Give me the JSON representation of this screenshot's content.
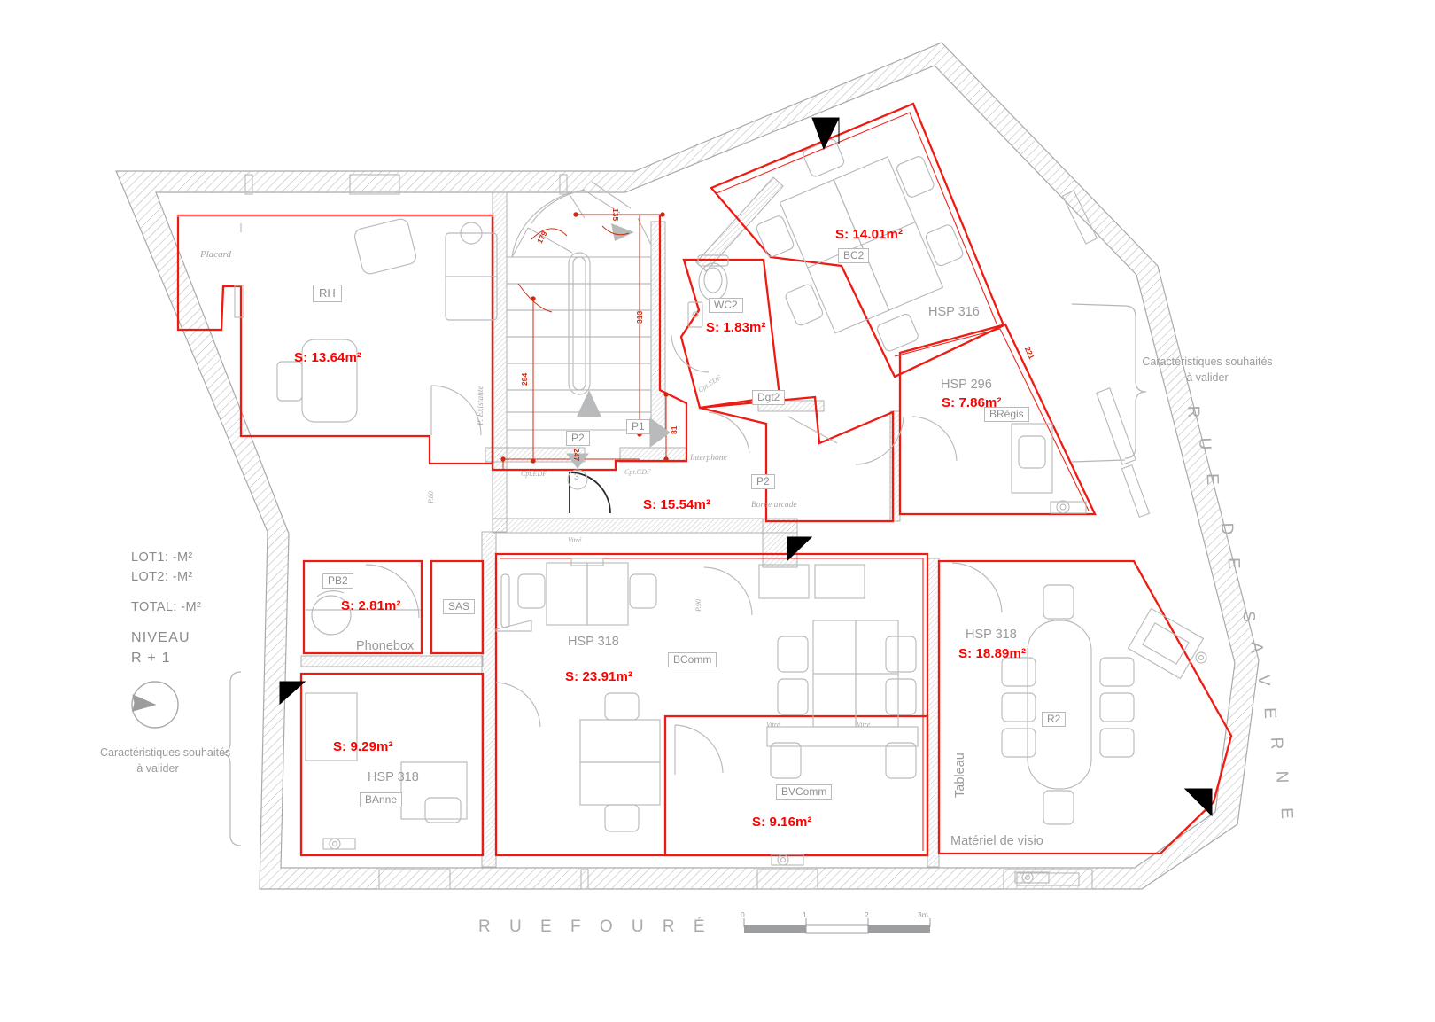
{
  "document": {
    "title": "Plan d'étage R+1",
    "drawing_type": "architectural-floor-plan"
  },
  "legend": {
    "lot1": "LOT1: -M²",
    "lot2": "LOT2: -M²",
    "total": "TOTAL:  -M²",
    "niveau_label": "NIVEAU",
    "niveau_value": "R + 1",
    "compass": "north-arrow",
    "note_left_line1": "Caractéristiques souhaités",
    "note_left_line2": "à valider",
    "note_right_line1": "Caractéristiques souhaités",
    "note_right_line2": "à valider"
  },
  "streets": {
    "bottom": "R U E    F O U R É",
    "right_chars": [
      "R",
      "U",
      "E",
      "D",
      "E",
      "S",
      "A",
      "V",
      "E",
      "R",
      "N",
      "E"
    ],
    "right_full": "RUE DE SAVERNE"
  },
  "scale_bar": {
    "ticks": [
      "0",
      "1",
      "2",
      "3m."
    ]
  },
  "rooms": [
    {
      "id": "rh-office",
      "area": "S: 13.64m²",
      "hsp": "",
      "code": "RH",
      "extra": "Placard"
    },
    {
      "id": "bc2-office",
      "area": "S: 14.01m²",
      "hsp": "HSP 316",
      "code": "BC2",
      "extra": ""
    },
    {
      "id": "wc2",
      "area": "S: 1.83m²",
      "hsp": "",
      "code": "WC2",
      "extra": ""
    },
    {
      "id": "bregis-office",
      "area": "S: 7.86m²",
      "hsp": "HSP 296",
      "code": "BRégis",
      "extra": ""
    },
    {
      "id": "hall",
      "area": "S: 15.54m²",
      "hsp": "",
      "code": "Dgt2",
      "extra": ""
    },
    {
      "id": "phonebox",
      "area": "S: 2.81m²",
      "hsp": "",
      "code": "PB2",
      "extra": "Phonebox"
    },
    {
      "id": "banne-office",
      "area": "S: 9.29m²",
      "hsp": "HSP 318",
      "code": "BAnne",
      "extra": ""
    },
    {
      "id": "bcomm-openspace",
      "area": "S: 23.91m²",
      "hsp": "HSP 318",
      "code": "BComm",
      "extra": ""
    },
    {
      "id": "bvcomm-office",
      "area": "S: 9.16m²",
      "hsp": "",
      "code": "BVComm",
      "extra": ""
    },
    {
      "id": "r2-meeting",
      "area": "S: 18.89m²",
      "hsp": "HSP 318",
      "code": "R2",
      "extra": "Matériel de visio"
    }
  ],
  "room_labels": {
    "rh_area": "S: 13.64m²",
    "rh_code": "RH",
    "placard": "Placard",
    "bc2_area": "S: 14.01m²",
    "bc2_code": "BC2",
    "hsp316": "HSP 316",
    "wc2_area": "S: 1.83m²",
    "wc2_code": "WC2",
    "bregis_area": "S: 7.86m²",
    "bregis_code": "BRégis",
    "hsp296": "HSP 296",
    "hall_area": "S: 15.54m²",
    "dgt2": "Dgt2",
    "pb2_area": "S: 2.81m²",
    "pb2_code": "PB2",
    "phonebox": "Phonebox",
    "sas": "SAS",
    "banne_area": "S: 9.29m²",
    "banne_hsp": "HSP 318",
    "banne_code": "BAnne",
    "bcomm_area": "S: 23.91m²",
    "bcomm_hsp": "HSP 318",
    "bcomm_code": "BComm",
    "bvcomm_area": "S: 9.16m²",
    "bvcomm_code": "BVComm",
    "r2_area": "S: 18.89m²",
    "r2_hsp": "HSP 318",
    "r2_code": "R2",
    "tableau": "Tableau",
    "materiel_visio": "Matériel de visio"
  },
  "annotations": {
    "p_existante": "P. Existante",
    "p80": "P.80",
    "p90": "P.90",
    "vitre_1": "Vitré",
    "vitre_2": "Vitré",
    "vitre_3": "Vitré",
    "interphone": "Interphone",
    "cpt_edf_1": "Cpt.EDF",
    "cpt_edf_2": "Cpt.EDF",
    "cpt_gdf": "Cpt.GDF",
    "borne_arcade": "Borne arcade",
    "door_p1": "P1",
    "door_p2_a": "P2",
    "door_p2_b": "P2",
    "stair_marker": "3"
  },
  "dimensions": {
    "d135": "135",
    "d179": "179",
    "d313": "313",
    "d284": "284",
    "d247": "247",
    "d81": "81",
    "d221": "221"
  },
  "colors": {
    "area_red": "#ff0000",
    "outline_red": "#ee1b13",
    "wall_grey": "#a8a9ab",
    "hatch_grey": "#b5b6b8",
    "text_grey": "#98999b",
    "dim_red": "#d02b10",
    "furniture_grey": "#b8b9bb",
    "background": "#ffffff"
  }
}
